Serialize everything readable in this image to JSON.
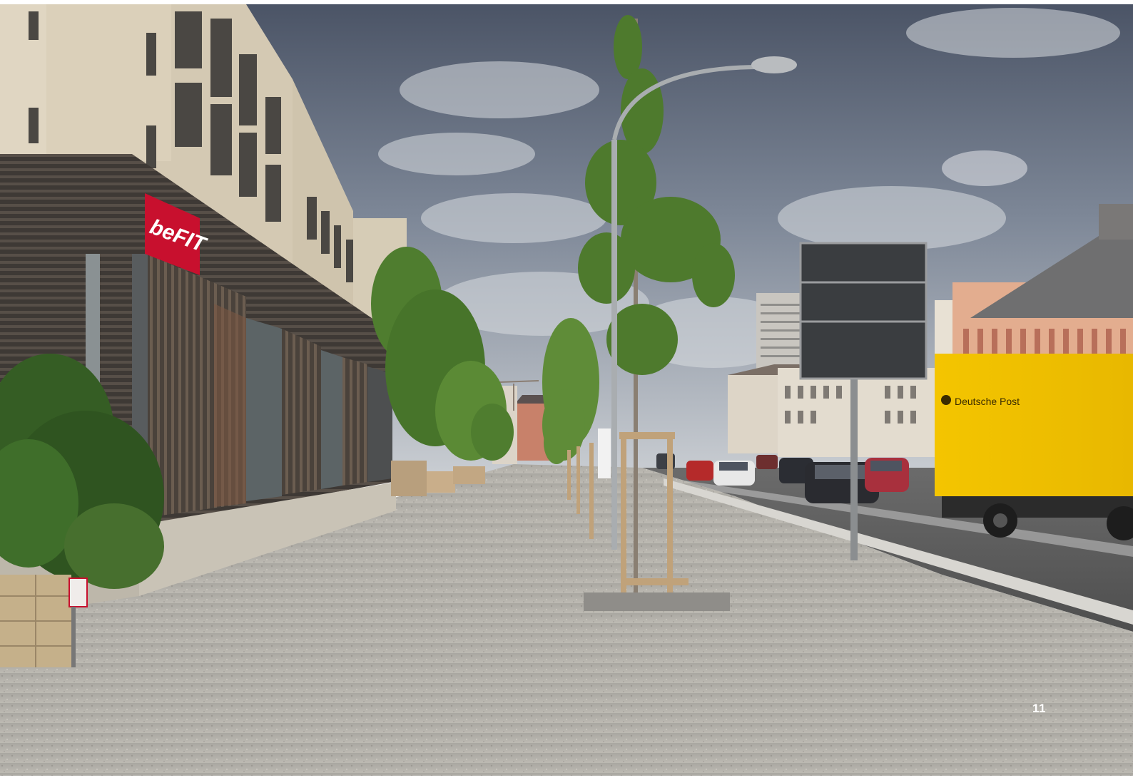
{
  "photo": {
    "gym_sign_text": "beFIT",
    "truck_logo_text": "Deutsche Post"
  },
  "page": {
    "number": "11"
  },
  "colors": {
    "sky": "#5f6a7c",
    "pavement": "#b8b5ad",
    "facade_dark": "#3a3734",
    "gym_sign": "#c8102e",
    "truck_yellow": "#f2c500",
    "tree_green": "#4f7a30"
  }
}
